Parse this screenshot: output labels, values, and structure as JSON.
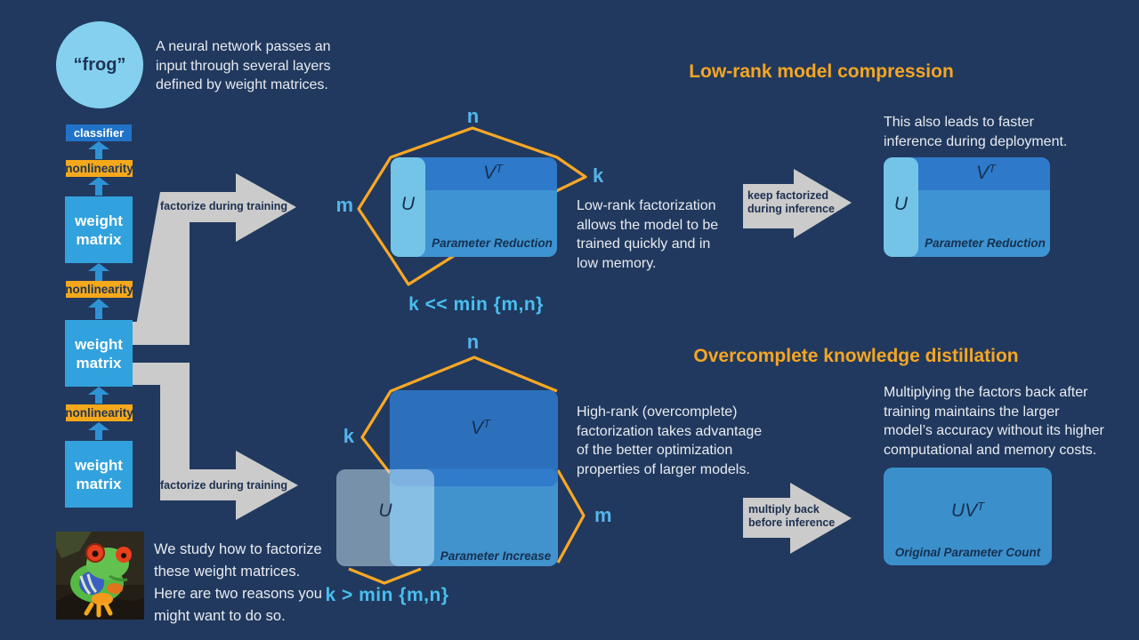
{
  "colors": {
    "background": "#21395E",
    "accent_orange": "#F5A623",
    "dim_label_blue": "#55B5EA",
    "condition_blue": "#49BEF0",
    "gray_arrow": "#CBCBCB",
    "matrix_body_blue": "#3E94D2",
    "matrix_vt_blue": "#2E79C9",
    "matrix_u_blue": "#74C4E8"
  },
  "intro": {
    "circle_label": "“frog”",
    "lines": [
      "A neural network passes an",
      "input through several layers",
      "defined by weight matrices."
    ]
  },
  "network": {
    "classifier": "classifier",
    "nonlinearity": "nonlinearity",
    "weight_matrix": "weight matrix"
  },
  "study": {
    "lines": [
      "We study how to factorize",
      "these weight matrices.",
      "Here are two reasons you",
      "might want to do so."
    ]
  },
  "flow": {
    "factorize_top": "factorize during training",
    "factorize_bottom": "factorize during training",
    "keep_lines": [
      "keep factorized",
      "during inference"
    ],
    "multiply_lines": [
      "multiply back",
      "before inference"
    ]
  },
  "compression": {
    "title": "Low-rank model compression",
    "note_lines": [
      "Low-rank factorization",
      "allows the model to be",
      "trained quickly and in",
      "low memory."
    ],
    "deploy_lines": [
      "This also leads to faster",
      "inference during deployment."
    ],
    "condition": "k << min {m,n}"
  },
  "distillation": {
    "title": "Overcomplete knowledge distillation",
    "note_lines": [
      "High-rank (overcomplete)",
      "factorization takes advantage",
      "of the better optimization",
      "properties of larger models."
    ],
    "result_lines": [
      "Multiplying the factors back after",
      "training maintains the larger",
      "model’s accuracy without its higher",
      "computational and memory costs."
    ],
    "condition": "k > min {m,n}"
  },
  "matrices": {
    "u": "U",
    "v": "V",
    "t_sup": "T",
    "uv": "UV",
    "parameter_reduction": "Parameter Reduction",
    "parameter_increase": "Parameter Increase",
    "original_parameter_count": "Original Parameter Count"
  },
  "dims": {
    "n": "n",
    "m": "m",
    "k": "k"
  }
}
